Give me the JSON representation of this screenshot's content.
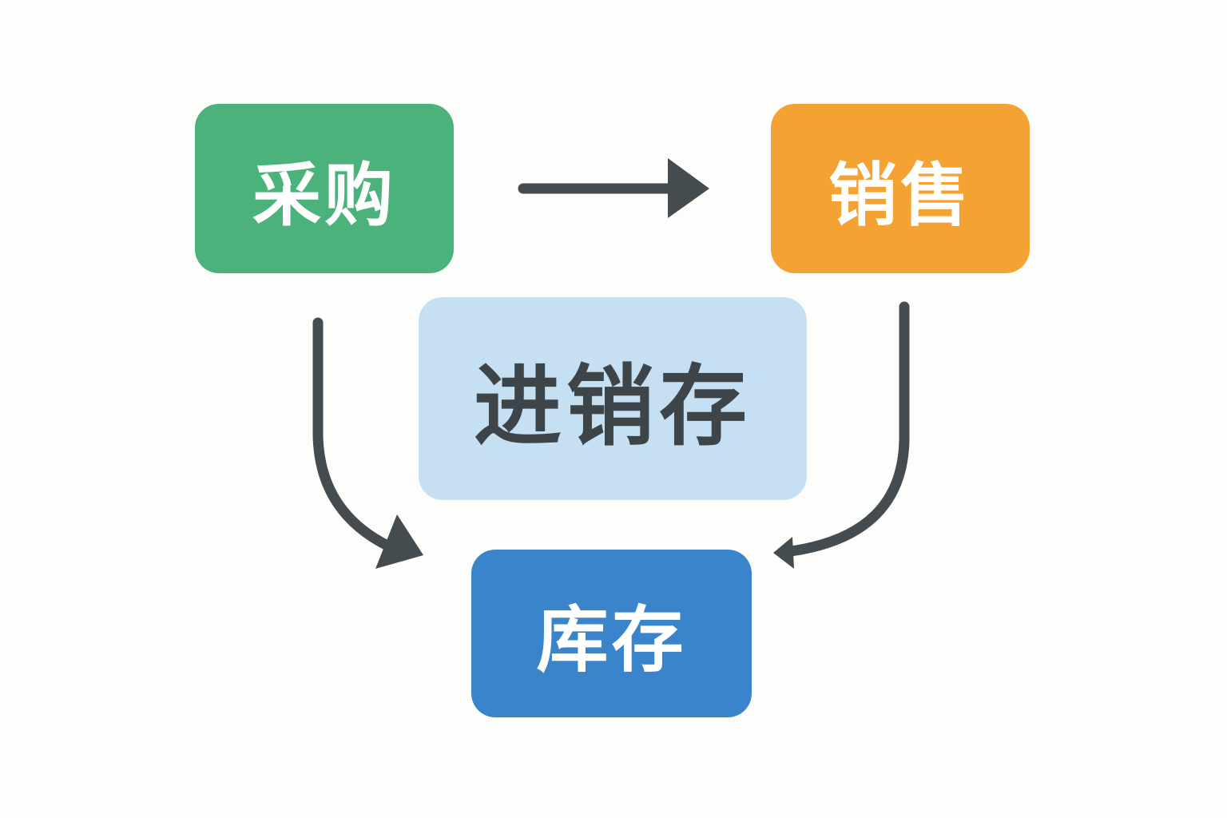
{
  "nodes": {
    "purchase": {
      "label": "采购",
      "color": "#4ab27a"
    },
    "sales": {
      "label": "销售",
      "color": "#f5a235"
    },
    "center": {
      "label": "进销存",
      "color": "#c5e0f3",
      "text_color": "#3d4548"
    },
    "inventory": {
      "label": "库存",
      "color": "#3a84cb"
    }
  },
  "edges": [
    {
      "from": "purchase",
      "to": "sales"
    },
    {
      "from": "purchase",
      "to": "inventory"
    },
    {
      "from": "sales",
      "to": "inventory"
    }
  ],
  "arrow_color": "#444c50"
}
